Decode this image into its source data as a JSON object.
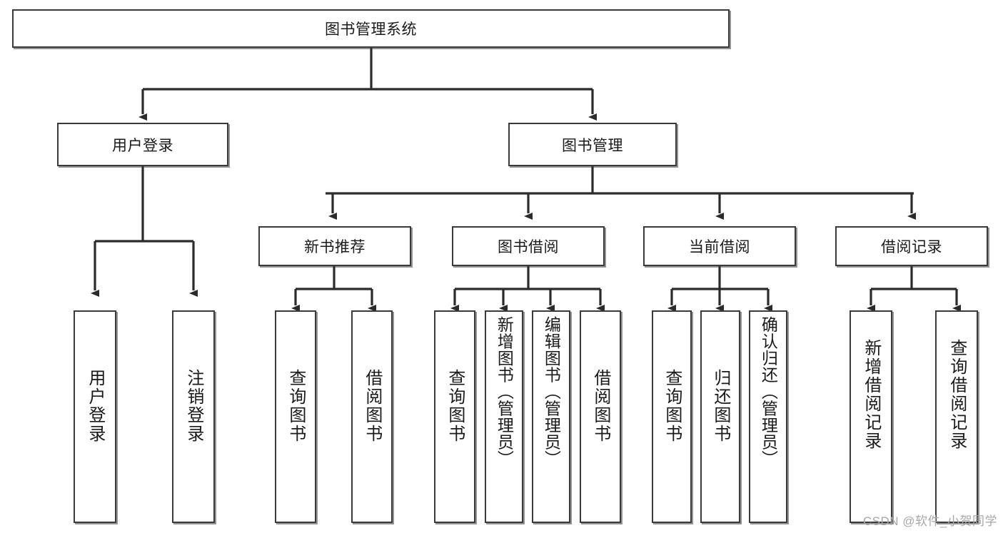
{
  "diagram": {
    "type": "tree",
    "title": "图书管理系统",
    "watermark": "CSDN @软件_小贺同学",
    "colors": {
      "background": "#ffffff",
      "box_fill": "#ffffff",
      "box_border": "#3a3a3a",
      "connector": "#2b2b2b",
      "text": "#1a1a1a",
      "watermark": "#a8a8a8"
    },
    "root": {
      "id": "root",
      "label": "图书管理系统"
    },
    "level2": [
      {
        "id": "user-login",
        "label": "用户登录"
      },
      {
        "id": "book-manage",
        "label": "图书管理"
      }
    ],
    "level3": [
      {
        "id": "new-book-recommend",
        "label": "新书推荐",
        "parent": "book-manage"
      },
      {
        "id": "book-borrow",
        "label": "图书借阅",
        "parent": "book-manage"
      },
      {
        "id": "current-borrow",
        "label": "当前借阅",
        "parent": "book-manage"
      },
      {
        "id": "borrow-record",
        "label": "借阅记录",
        "parent": "book-manage"
      }
    ],
    "leaves": [
      {
        "id": "leaf-user-login",
        "label": "用户登录",
        "parent": "user-login"
      },
      {
        "id": "leaf-user-logout",
        "label": "注销登录",
        "parent": "user-login"
      },
      {
        "id": "leaf-query-book-1",
        "label": "查询图书",
        "parent": "new-book-recommend"
      },
      {
        "id": "leaf-borrow-book-1",
        "label": "借阅图书",
        "parent": "new-book-recommend"
      },
      {
        "id": "leaf-query-book-2",
        "label": "查询图书",
        "parent": "book-borrow"
      },
      {
        "id": "leaf-add-book",
        "label": "新增图书（管理员）",
        "parent": "book-borrow"
      },
      {
        "id": "leaf-edit-book",
        "label": "编辑图书（管理员）",
        "parent": "book-borrow"
      },
      {
        "id": "leaf-borrow-book-2",
        "label": "借阅图书",
        "parent": "book-borrow"
      },
      {
        "id": "leaf-query-book-3",
        "label": "查询图书",
        "parent": "current-borrow"
      },
      {
        "id": "leaf-return-book",
        "label": "归还图书",
        "parent": "current-borrow"
      },
      {
        "id": "leaf-confirm-return",
        "label": "确认归还（管理员）",
        "parent": "current-borrow"
      },
      {
        "id": "leaf-add-record",
        "label": "新增借阅记录",
        "parent": "borrow-record"
      },
      {
        "id": "leaf-query-record",
        "label": "查询借阅记录",
        "parent": "borrow-record"
      }
    ]
  }
}
